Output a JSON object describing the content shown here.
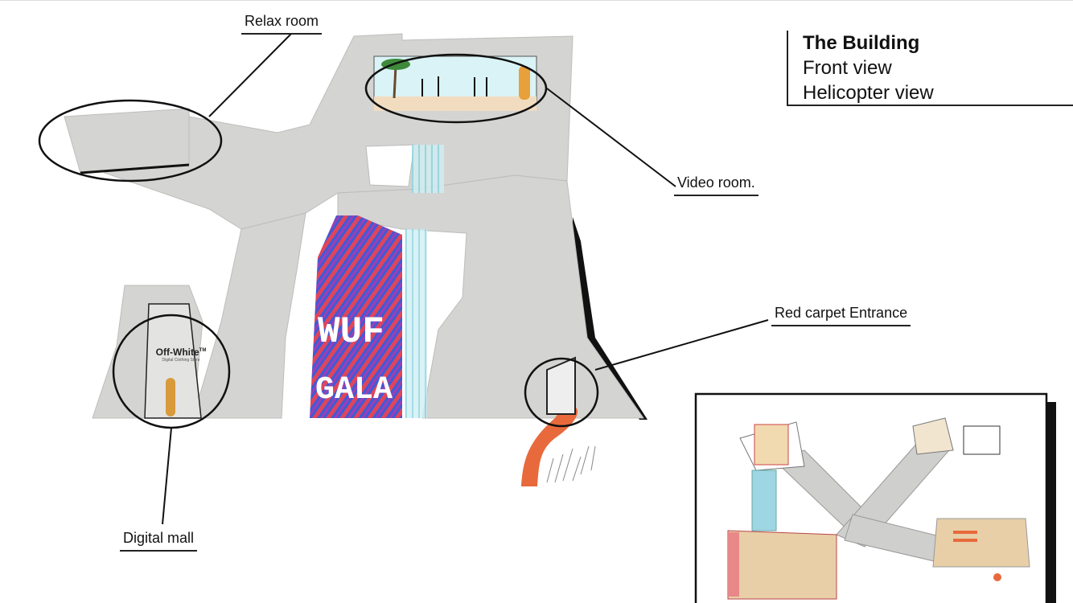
{
  "heading": {
    "title": "The Building",
    "lines": [
      "Front view",
      "Helicopter view"
    ]
  },
  "callouts": {
    "relax_room": "Relax room",
    "video_room": "Video room.",
    "red_carpet": "Red carpet Entrance",
    "digital_mall": "Digital mall"
  },
  "store_sign": {
    "brand": "Off-White",
    "tm": "TM",
    "subtitle": "Digital Clothing Store"
  },
  "panel_text": {
    "line1": "WUF",
    "line2": "GALA"
  },
  "colors": {
    "concrete": "#d4d4d2",
    "accent_orange": "#e86a3c",
    "water": "#bfe9ef",
    "panel_blue": "#3e5bd6",
    "panel_red": "#e0445c"
  }
}
